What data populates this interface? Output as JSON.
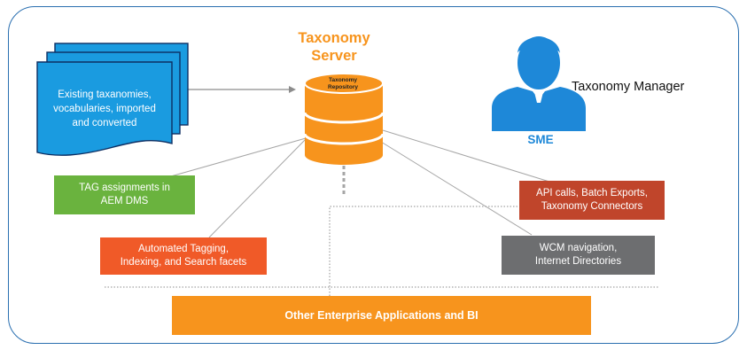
{
  "server": {
    "title_line1": "Taxonomy",
    "title_line2": "Server",
    "repo_line1": "Taxonomy",
    "repo_line2": "Repository"
  },
  "documents": {
    "line1": "Existing taxanomies,",
    "line2": "vocabularies, imported",
    "line3": "and converted"
  },
  "manager": {
    "label": "Taxonomy Manager",
    "role": "SME"
  },
  "boxes": {
    "tag": {
      "line1": "TAG assignments in",
      "line2": "AEM DMS"
    },
    "auto": {
      "line1": "Automated Tagging,",
      "line2": "Indexing, and Search facets"
    },
    "api": {
      "line1": "API calls, Batch Exports,",
      "line2": "Taxonomy Connectors"
    },
    "wcm": {
      "line1": "WCM navigation,",
      "line2": "Internet Directories"
    },
    "enterprise": {
      "label": "Other Enterprise Applications and BI"
    }
  },
  "colors": {
    "frame": "#2a6fb0",
    "orange": "#f7941d",
    "doc_blue": "#1a9be0",
    "green": "#6ab33e",
    "red_orange": "#f05a28",
    "rust": "#c0452b",
    "gray": "#6d6e70",
    "person_blue": "#1e88d8"
  }
}
